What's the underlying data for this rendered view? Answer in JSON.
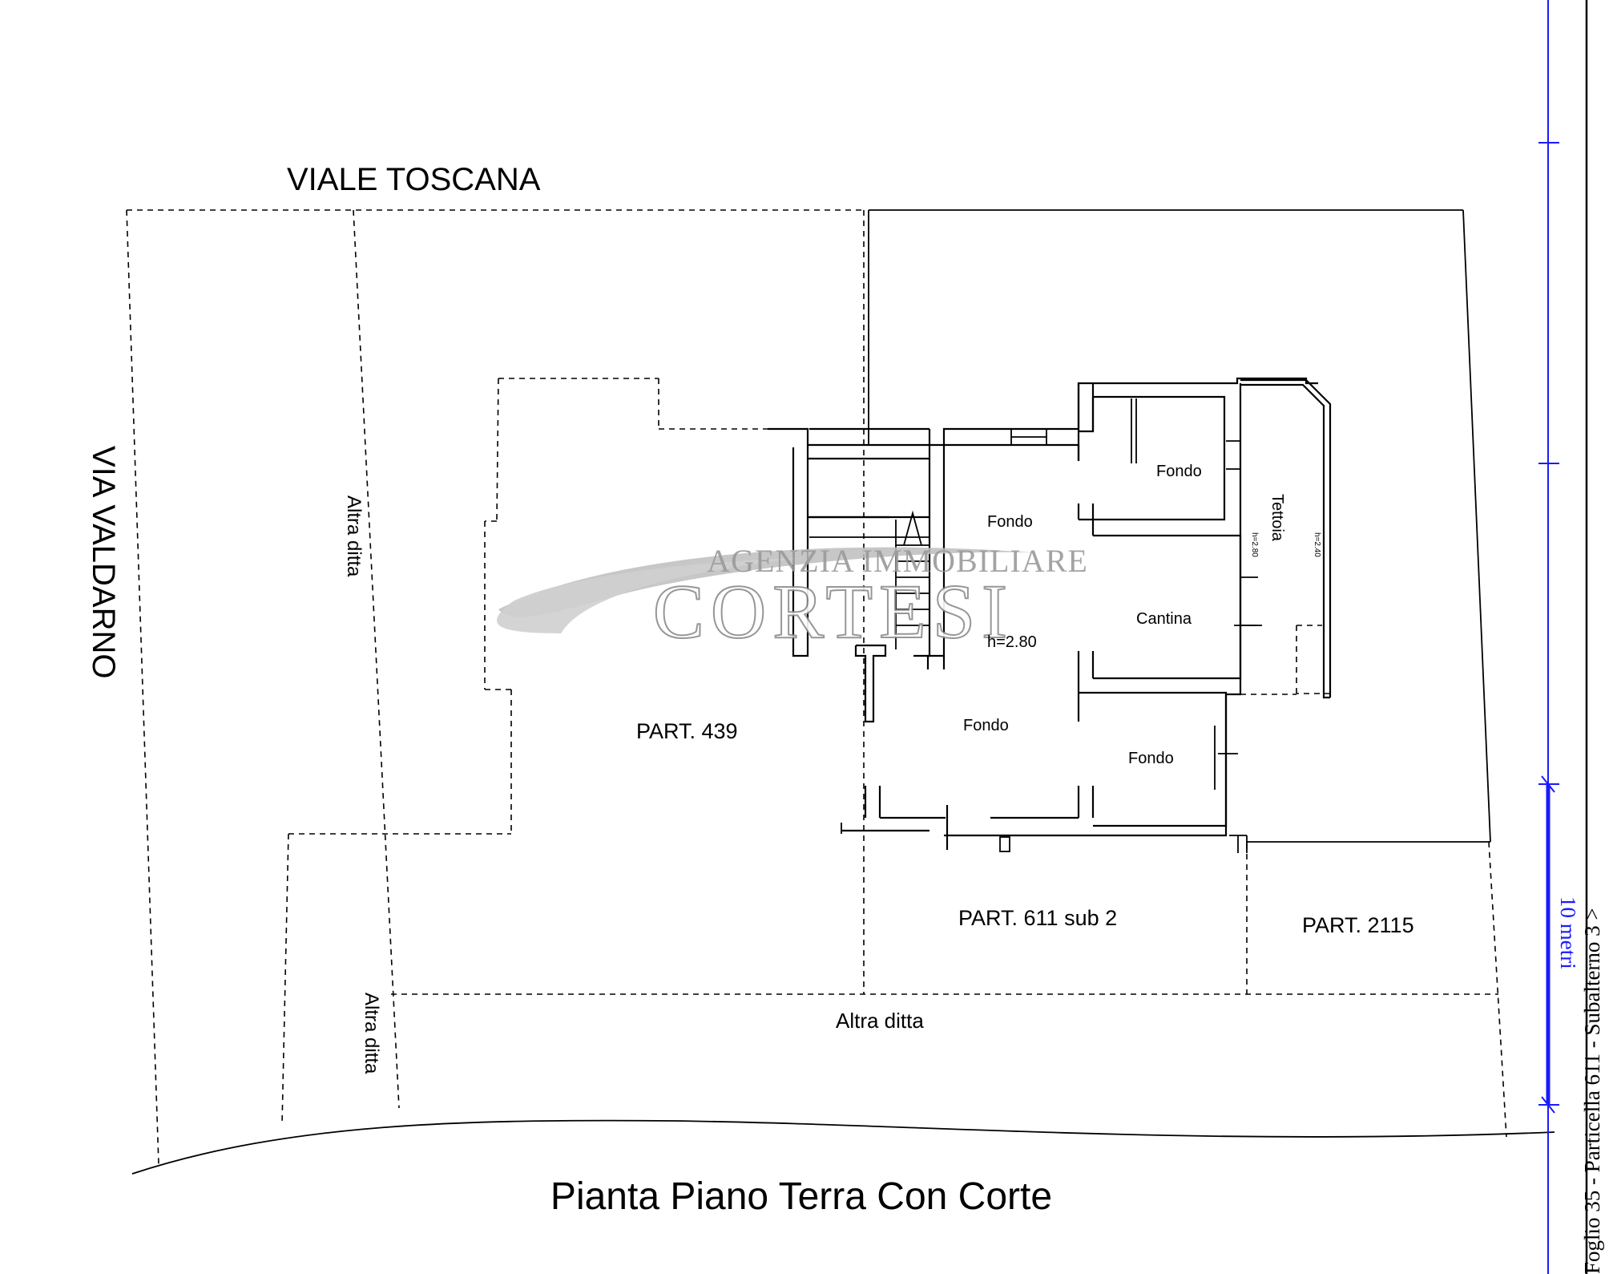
{
  "title": "Pianta Piano Terra Con Corte",
  "streets": {
    "top": "VIALE TOSCANA",
    "left": "VIA VALDARNO"
  },
  "parcels": {
    "part_439": "PART. 439",
    "part_611_sub2": "PART. 611 sub 2",
    "part_2115": "PART. 2115",
    "altra_ditta_left": "Altra ditta",
    "altra_ditta_bottom_left": "Altra ditta",
    "altra_ditta_bottom": "Altra ditta"
  },
  "rooms": {
    "fondo_1": "Fondo",
    "fondo_2": "Fondo",
    "fondo_3": "Fondo",
    "fondo_4": "Fondo",
    "cantina": "Cantina",
    "cantina_height": "h=2.80",
    "tettoia": "Tettoia",
    "tettoia_h1": "h=2.80",
    "tettoia_h2": "h=2.40"
  },
  "scale": {
    "label": "10 metri",
    "color": "#1a1aff"
  },
  "side_caption": "Foglio 35 - Particella 611 - Subalterno 3 >",
  "watermark": {
    "top": "AGENZIA IMMOBILIARE",
    "main": "CORTESI"
  }
}
